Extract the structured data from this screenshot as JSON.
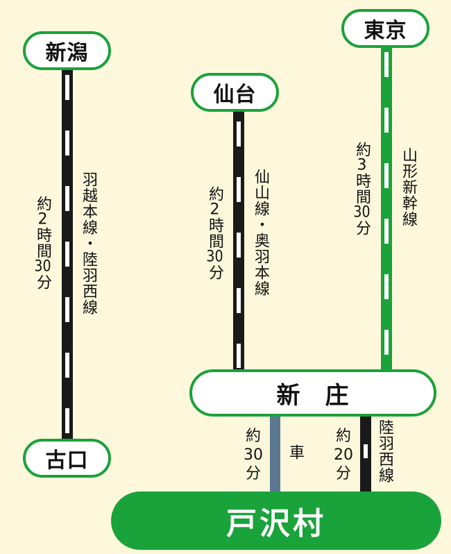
{
  "stations": {
    "niigata": "新潟",
    "koguchi": "古口",
    "sendai": "仙台",
    "tokyo": "東京",
    "shinjo": "新　庄",
    "tozawa": "戸沢村"
  },
  "routes": {
    "niigata_line": "羽越本線・陸羽西線",
    "niigata_time": "約2時間30分",
    "sendai_line": "仙山線・奥羽本線",
    "sendai_time": "約2時間30分",
    "tokyo_line": "山形新幹線",
    "tokyo_time": "約3時間30分",
    "car_mode": "車",
    "car_time": "約30分",
    "rail_line": "陸羽西線",
    "rail_time": "約20分"
  },
  "colors": {
    "green": "#1aa23b",
    "black_rail": "#1a1a1a",
    "car_road": "#5a7890",
    "background": "#fdf8dc"
  }
}
